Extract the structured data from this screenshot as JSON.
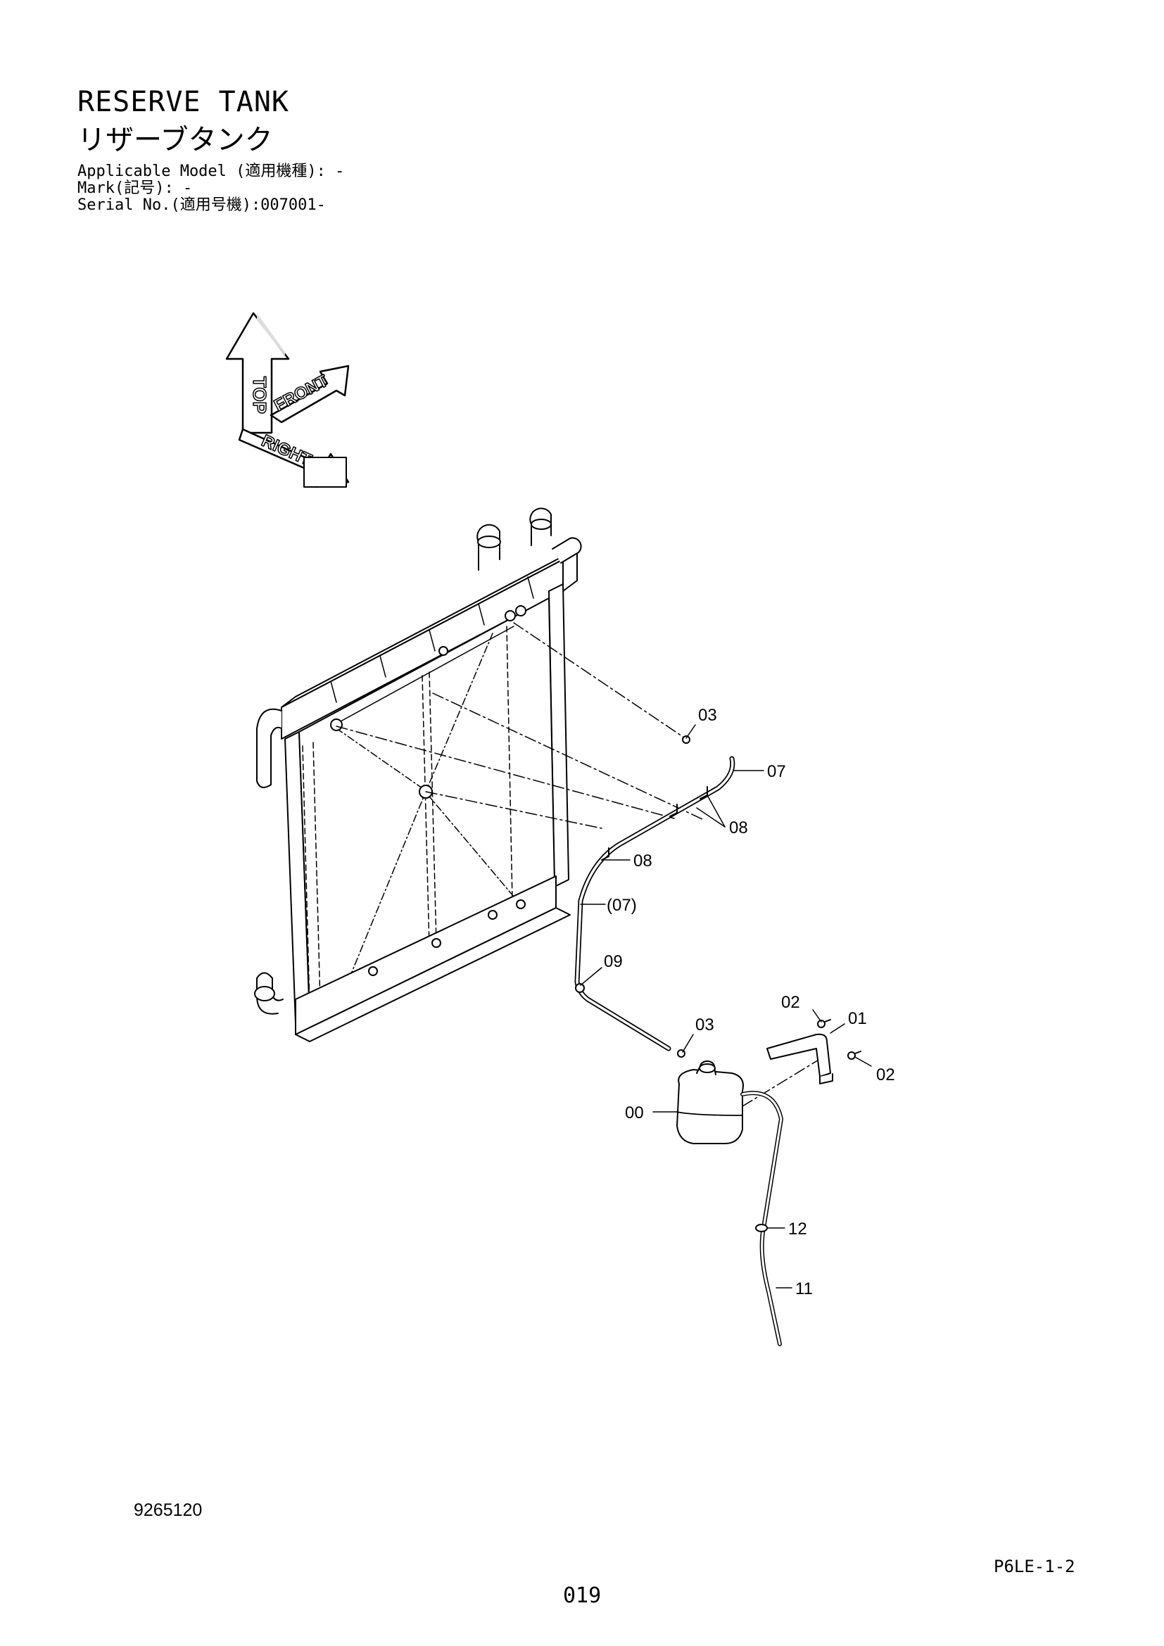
{
  "header": {
    "title_en": "RESERVE TANK",
    "title_jp": "リザーブタンク",
    "applicable_model": "Applicable Model (適用機種): -",
    "mark": "Mark(記号): -",
    "serial_no": "Serial No.(適用号機):007001-"
  },
  "orientation": {
    "top": "TOP",
    "front": "FRONT",
    "right": "RIGHT"
  },
  "callouts": {
    "c00": "00",
    "c01": "01",
    "c02a": "02",
    "c02b": "02",
    "c03a": "03",
    "c03b": "03",
    "c07": "07",
    "c07ref": "(07)",
    "c08a": "08",
    "c08b": "08",
    "c09": "09",
    "c11": "11",
    "c12": "12"
  },
  "footer": {
    "drawing_number": "9265120",
    "sheet_code": "P6LE-1-2",
    "page_number": "019"
  }
}
